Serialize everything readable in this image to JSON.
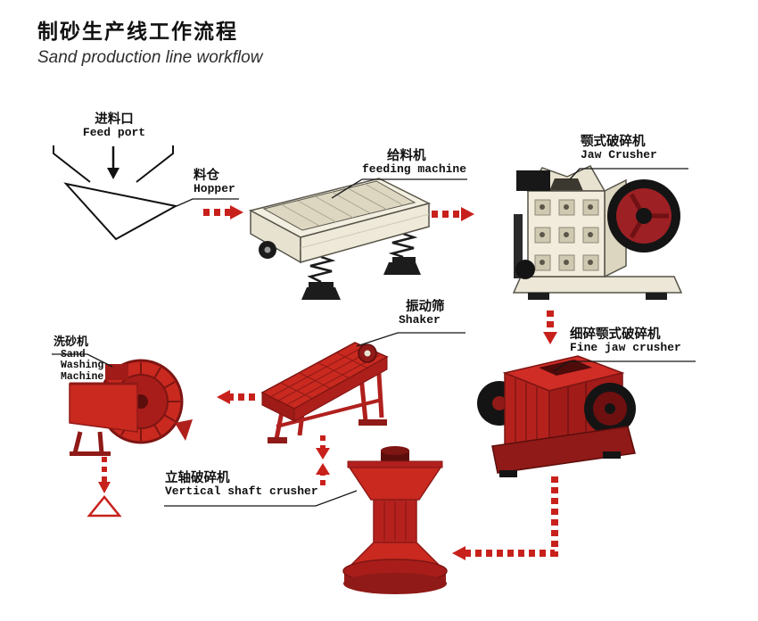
{
  "page": {
    "title_zh": "制砂生产线工作流程",
    "title_en": "Sand production line workflow"
  },
  "nodes": {
    "feed_port": {
      "zh": "进料口",
      "en": "Feed port"
    },
    "hopper": {
      "zh": "料仓",
      "en": "Hopper"
    },
    "feeding_machine": {
      "zh": "给料机",
      "en": "feeding machine"
    },
    "jaw_crusher": {
      "zh": "颚式破碎机",
      "en": "Jaw Crusher"
    },
    "fine_jaw_crusher": {
      "zh": "细碎颚式破碎机",
      "en": "Fine jaw crusher"
    },
    "shaker": {
      "zh": "振动筛",
      "en": "Shaker"
    },
    "vertical_shaft_crusher": {
      "zh": "立轴破碎机",
      "en": "Vertical shaft crusher"
    },
    "sand_washing_machine": {
      "zh": "洗砂机",
      "en": [
        "Sand",
        "Washing",
        "Machine"
      ]
    }
  },
  "flow_arrows": [
    {
      "from": "feed_port",
      "to": "hopper",
      "style": "black-solid"
    },
    {
      "from": "hopper",
      "to": "feeding_machine",
      "style": "red-dashed"
    },
    {
      "from": "feeding_machine",
      "to": "jaw_crusher",
      "style": "red-dashed"
    },
    {
      "from": "jaw_crusher",
      "to": "fine_jaw_crusher",
      "style": "red-dashed"
    },
    {
      "from": "fine_jaw_crusher",
      "to": "vertical_shaft_crusher",
      "style": "red-dashed"
    },
    {
      "from": "vertical_shaft_crusher",
      "to": "shaker",
      "style": "red-dashed"
    },
    {
      "from": "shaker",
      "to": "vertical_shaft_crusher",
      "style": "red-dashed"
    },
    {
      "from": "shaker",
      "to": "sand_washing_machine",
      "style": "red-dashed"
    },
    {
      "from": "sand_washing_machine",
      "to": "finished_sand_pile",
      "style": "red-dashed"
    }
  ],
  "colors": {
    "machine_red": "#c0251f",
    "machine_red_dark": "#8f1a17",
    "machine_cream": "#efeadc",
    "arrow_red": "#c8211c",
    "text_black": "#111111"
  }
}
